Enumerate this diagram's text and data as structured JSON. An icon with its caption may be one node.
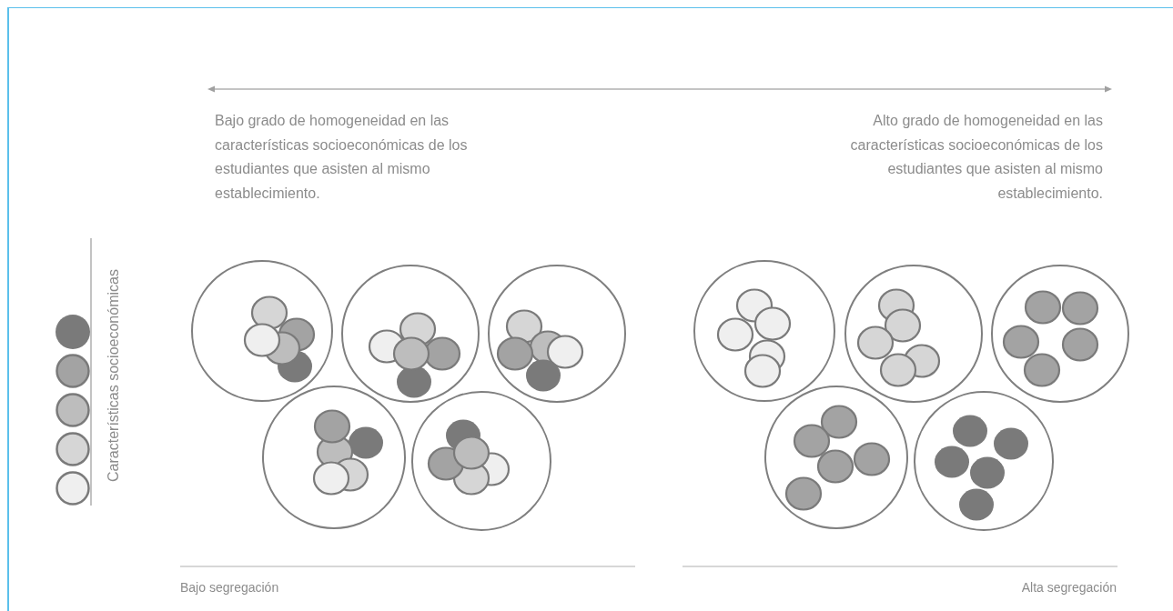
{
  "diagram": {
    "nodes": [
      {
        "text": [],
        "shape": "circle"
      },
      {
        "text": [],
        "shape": "circle"
      },
      {
        "text": [],
        "shape": "circle"
      },
      {
        "text": [],
        "shape": "circle"
      },
      {
        "text": [],
        "shape": "circle"
      },
      {
        "text": [],
        "shape": "circle"
      },
      {
        "text": [],
        "shape": "circle"
      },
      {
        "text": [],
        "shape": "circle"
      },
      {
        "text": [],
        "shape": "circle"
      },
      {
        "text": [],
        "shape": "circle"
      }
    ],
    "labels": [
      "Bajo grado de homogeneidad en las características socioeconómicas de los estudiantes que asisten al mismo establecimiento.",
      "Alto grado de homogeneidad en las características socioeconómicas de los estudiantes que asisten al mismo establecimiento.",
      "Características socioeconómicas",
      "Bajo segregación",
      "Alta segregación"
    ]
  }
}
